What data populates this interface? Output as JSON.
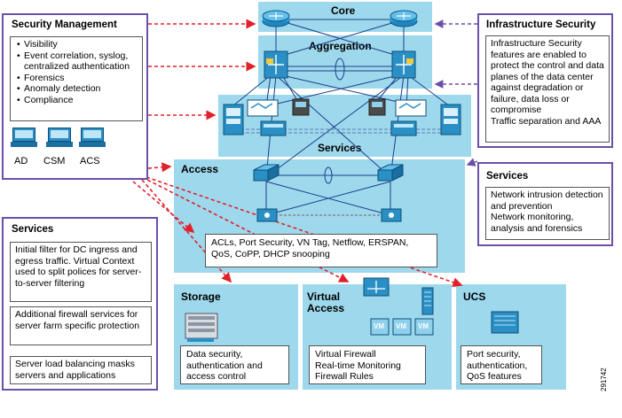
{
  "zones": {
    "core": "Core",
    "aggregation": "Aggregation",
    "services": "Services",
    "access": "Access",
    "storage": "Storage",
    "virtual_access_line1": "Virtual",
    "virtual_access_line2": "Access",
    "ucs": "UCS"
  },
  "security_management": {
    "title": "Security Management",
    "items": [
      "Visibility",
      "Event correlation, syslog, centralized  authentication",
      "Forensics",
      "Anomaly detection",
      "Compliance"
    ],
    "consoles": [
      "AD",
      "CSM",
      "ACS"
    ]
  },
  "infrastructure_security": {
    "title": "Infrastructure Security",
    "text": "Infrastructure Security features are enabled to protect the control and data planes of the data center against degradation or failure, data loss or compromise",
    "text2": "Traffic separation and AAA"
  },
  "services_right": {
    "title": "Services",
    "line1": "Network intrusion detection and prevention",
    "line2": "Network monitoring, analysis and forensics"
  },
  "services_left": {
    "title": "Services",
    "box1": "Initial filter for DC ingress and egress traffic. Virtual Context used to split polices for server-to-server filtering",
    "box2": "Additional firewall services for server farm specific protection",
    "box3": "Server load balancing masks servers and applications"
  },
  "access_features": "ACLs, Port Security, VN Tag, Netflow, ERSPAN, QoS, CoPP, DHCP snooping",
  "storage_box": "Data security, authentication and access control",
  "virtual_box": {
    "line1": "Virtual Firewall",
    "line2": "Real-time Monitoring",
    "line3": "Firewall Rules"
  },
  "vm_label": "VM",
  "ucs_box": "Port security, authentication, QoS features",
  "figure_number": "291742",
  "colors": {
    "zone": "#9ed8ec",
    "panel_border": "#6b4fa8",
    "red_link": "#e0202a",
    "purple_link": "#6b4fa8",
    "device": "#2a8fc4"
  },
  "icons": [
    "router-icon",
    "switch-icon",
    "firewall-icon",
    "console-icon",
    "vm-icon",
    "storage-array-icon"
  ]
}
